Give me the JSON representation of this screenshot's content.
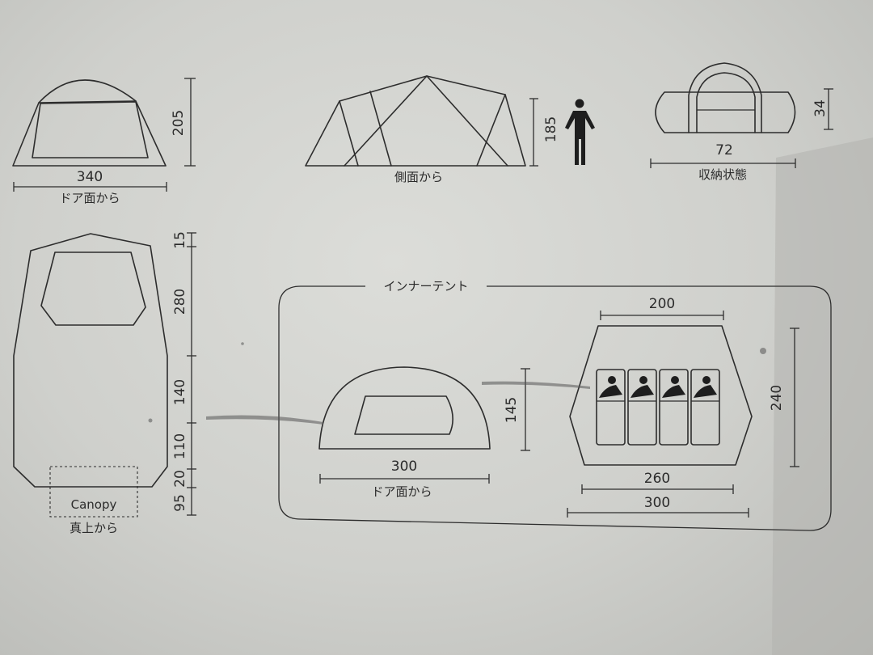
{
  "front_view": {
    "width": "340",
    "height": "205",
    "caption": "ドア面から"
  },
  "side_view": {
    "height": "185",
    "caption": "側面から"
  },
  "packed": {
    "length": "72",
    "height": "34",
    "caption": "収納状態"
  },
  "top_view": {
    "segments": [
      "15",
      "280",
      "140",
      "110",
      "20",
      "95"
    ],
    "canopy_label": "Canopy",
    "caption": "真上から"
  },
  "inner_tent": {
    "title": "インナーテント",
    "front": {
      "width": "300",
      "height": "145",
      "caption": "ドア面から"
    },
    "top": {
      "top_width": "200",
      "mid_width": "260",
      "width": "300",
      "depth": "240"
    }
  },
  "colors": {
    "line": "#2d2d2d",
    "paper": "#d6d7d3"
  }
}
